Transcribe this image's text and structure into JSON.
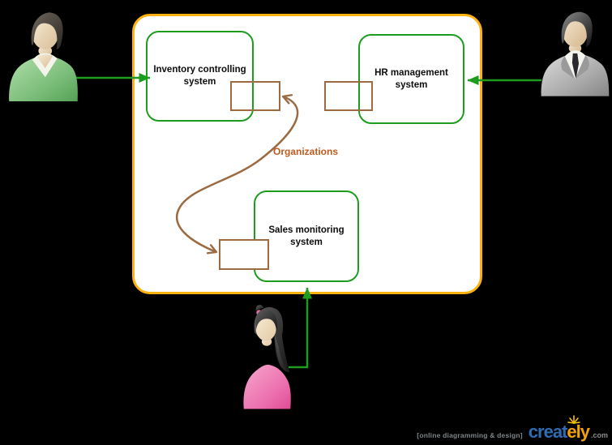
{
  "diagram": {
    "boundary": {
      "name": "organization-boundary",
      "border_color": "#FFB10E",
      "fill": "#FFFFFF"
    },
    "systems": [
      {
        "id": "inventory",
        "label": "Inventory controlling system"
      },
      {
        "id": "hr",
        "label": "HR management system"
      },
      {
        "id": "sales",
        "label": "Sales monitoring system"
      }
    ],
    "object_nodes": [
      {
        "id": "object-1",
        "attached_to": "inventory"
      },
      {
        "id": "object-2",
        "attached_to": "hr"
      },
      {
        "id": "object-3",
        "attached_to": "sales"
      }
    ],
    "connector_label": "Organizations",
    "actors": [
      {
        "id": "actor-left",
        "icon": "male-user-green-icon",
        "connects_to": "inventory"
      },
      {
        "id": "actor-right",
        "icon": "businessman-gray-icon",
        "connects_to": "hr"
      },
      {
        "id": "actor-bottom",
        "icon": "female-user-pink-icon",
        "connects_to": "sales"
      }
    ],
    "colors": {
      "system_border_green": "#1E9C1E",
      "object_border_brown": "#9C6B42",
      "connector_green": "#1E9C1E",
      "connector_brown": "#9C6B42",
      "label_orange": "#BF5B1E",
      "boundary_orange": "#FFB10E",
      "background": "#000000"
    }
  },
  "footer": {
    "tagline": "[online diagramming & design]",
    "brand": {
      "part1": "creat",
      "part2": "e",
      "part3": "ly",
      "suffix": ".com"
    },
    "colors": {
      "blue": "#2E6DB4",
      "gold": "#F0A30A",
      "gray": "#8C8C8C"
    }
  }
}
